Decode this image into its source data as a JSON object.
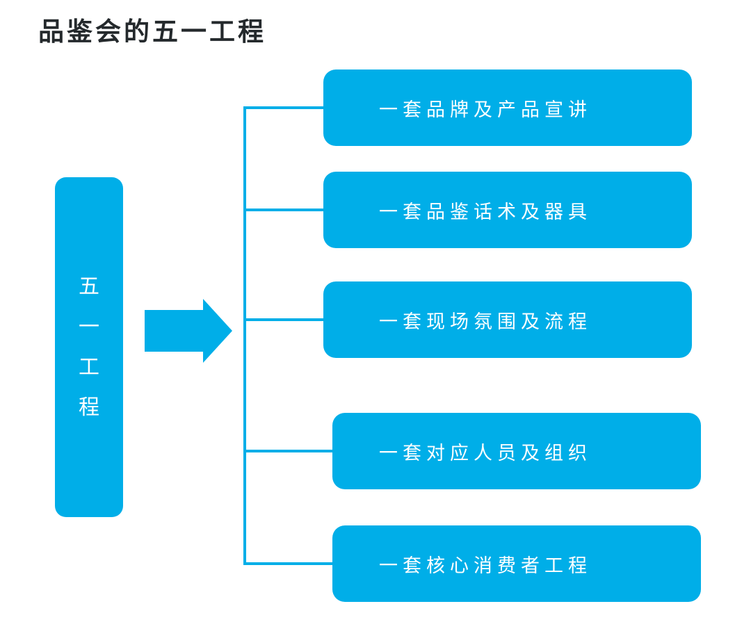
{
  "title": "品鉴会的五一工程",
  "colors": {
    "accent": "#00AEE8",
    "title_text": "#24292C",
    "node_text": "#FFFFFF",
    "background": "#FFFFFF"
  },
  "root_node": {
    "label": "五一工程"
  },
  "arrow_icon": "right-block-arrow",
  "branches": [
    {
      "label": "一套品牌及产品宣讲"
    },
    {
      "label": "一套品鉴话术及器具"
    },
    {
      "label": "一套现场氛围及流程"
    },
    {
      "label": "一套对应人员及组织"
    },
    {
      "label": "一套核心消费者工程"
    }
  ]
}
